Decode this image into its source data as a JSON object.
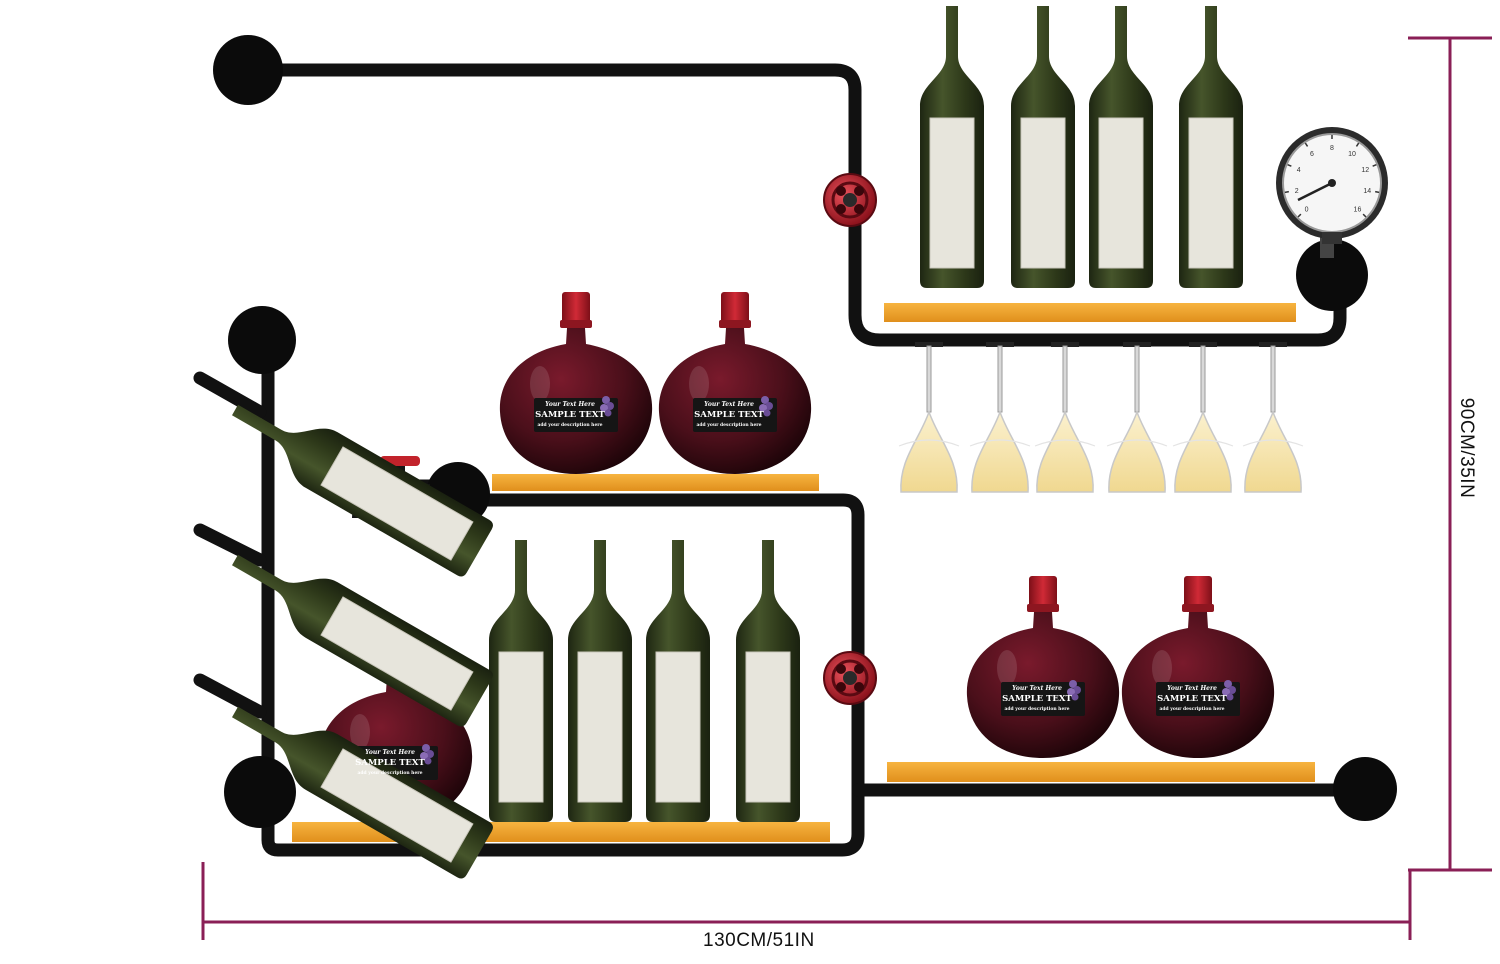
{
  "product": {
    "description_visible": "Industrial pipe wine rack with wood shelves, bottles and hanging stemware",
    "colors": {
      "pipe": "#111111",
      "shelf": "#f3a32a",
      "valve": "#c2232b",
      "wine_bottle": "#2f3a1e",
      "bottle_label": "#e8e6dd",
      "decanter_wine": "#4a0f1a",
      "cap": "#b5202c",
      "dimension_line": "#8a1f56",
      "glass_wine": "#f4e3a8"
    }
  },
  "dimensions": {
    "width_label": "130CM/51IN",
    "height_label": "90CM/35IN"
  },
  "decanter": {
    "label_script": "Your Text Here",
    "label_title": "SAMPLE TEXT",
    "label_sub": "add your description here"
  },
  "gauge": {
    "numbers": [
      "0",
      "2",
      "4",
      "6",
      "8",
      "10",
      "12",
      "14",
      "16"
    ]
  }
}
